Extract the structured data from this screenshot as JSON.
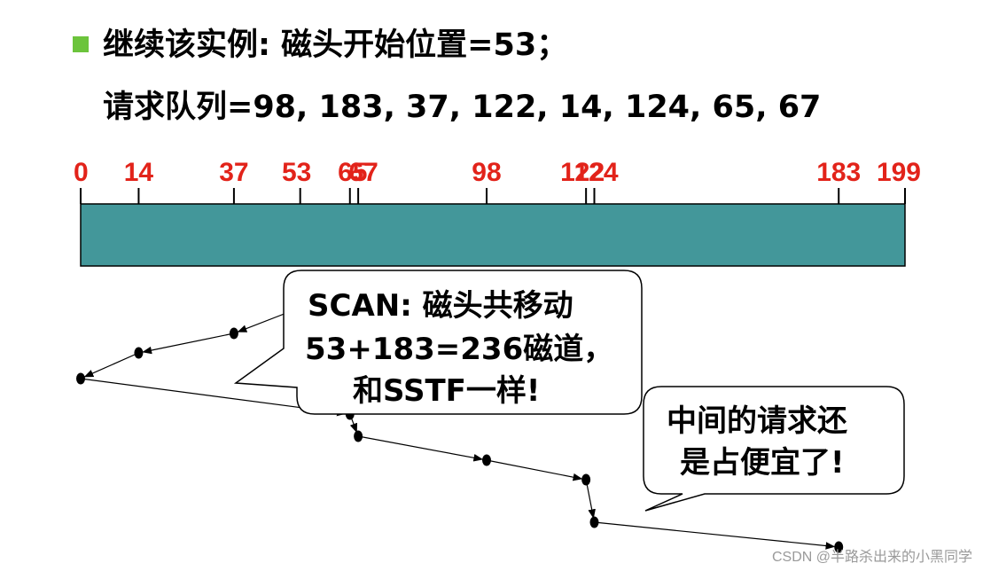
{
  "heading": {
    "line1": "继续该实例: 磁头开始位置=53；",
    "line2": "请求队列=98, 183, 37, 122, 14, 124, 65, 67"
  },
  "track": {
    "min": 0,
    "max": 199,
    "tick_labels": [
      "0",
      "14",
      "37",
      "53",
      "65",
      "67",
      "98",
      "122",
      "124",
      "183",
      "199"
    ],
    "tick_values": [
      0,
      14,
      37,
      53,
      65,
      67,
      98,
      122,
      124,
      183,
      199
    ],
    "label_color": "#e2231a",
    "bar_color": "#43979a"
  },
  "scan_path": {
    "visit_order": [
      53,
      37,
      14,
      0,
      65,
      67,
      98,
      122,
      124,
      183
    ]
  },
  "callout1": {
    "lines": [
      "SCAN: 磁头共移动",
      "53+183=236磁道，",
      "和SSTF一样!"
    ]
  },
  "callout2": {
    "lines": [
      "中间的请求还",
      "是占便宜了!"
    ]
  },
  "watermark": "CSDN @半路杀出来的小黑同学",
  "colors": {
    "bullet": "#6cc43c"
  }
}
